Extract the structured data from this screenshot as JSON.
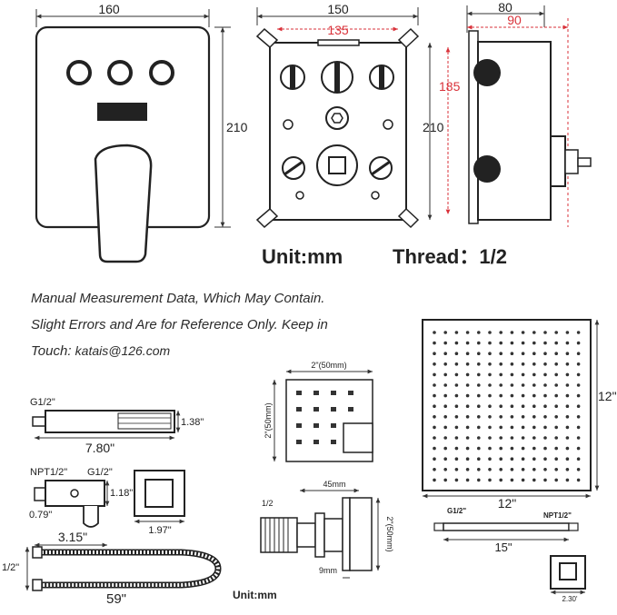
{
  "top": {
    "front_panel": {
      "width": "160",
      "height": "210"
    },
    "valve_box": {
      "width": "150",
      "inner_width": "135",
      "height": "210",
      "inner_height": "185"
    },
    "side_view": {
      "depth": "80",
      "max_depth": "90"
    },
    "units_caption": "Unit:mm",
    "thread_caption": "Thread：1/2"
  },
  "note": {
    "line1": "Manual Measurement Data, Which May Contain.",
    "line2": "Slight Errors and Are for Reference Only. Keep in",
    "line3_prefix": "Touch: ",
    "email": "katais@126.com"
  },
  "handheld": {
    "thread": "G1/2\"",
    "length": "7.80\"",
    "head_height": "1.38\""
  },
  "holder": {
    "npt": "NPT1/2\"",
    "g": "G1/2\"",
    "height": "1.18\"",
    "small": "0.79\"",
    "length": "3.15\"",
    "plate_width": "1.97\""
  },
  "hose": {
    "thread": "1/2\"",
    "length": "59\""
  },
  "body_jet": {
    "width": "2\"(50mm)",
    "height": "2\"(50mm)",
    "depth": "45mm",
    "side_height": "2\"(50mm)",
    "thread": "1/2",
    "stem": "9mm",
    "units": "Unit:mm"
  },
  "rain_head": {
    "width": "12\"",
    "height": "12\"",
    "arm_g": "G1/2\"",
    "arm_npt": "NPT1/2\"",
    "arm_length": "15\"",
    "flange": "2.30'"
  },
  "colors": {
    "line": "#222222",
    "accent_red": "#d9323a",
    "dim_line": "#333333"
  }
}
